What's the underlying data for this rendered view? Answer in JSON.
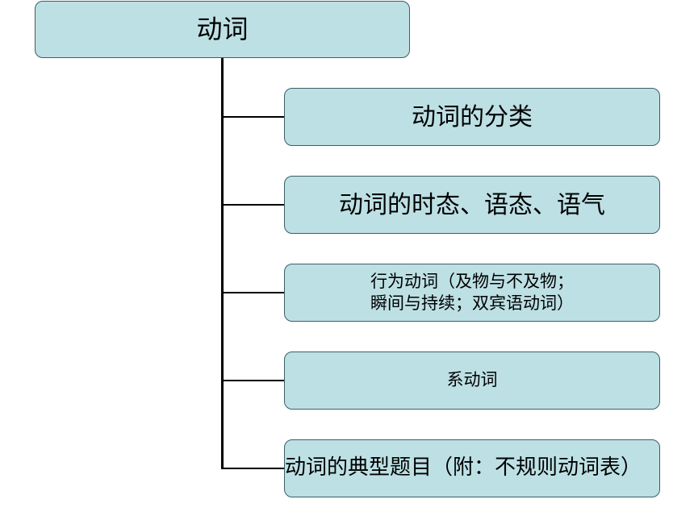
{
  "diagram": {
    "root": "动词",
    "children": [
      "动词的分类",
      "动词的时态、语态、语气",
      "行为动词（及物与不及物；\n瞬间与持续；双宾语动词）",
      "系动词",
      "动词的典型题目（附：不规则动词表）"
    ]
  },
  "colors": {
    "box_fill": "#bde0e4",
    "box_border": "#3c5e64",
    "connector": "#000000"
  }
}
